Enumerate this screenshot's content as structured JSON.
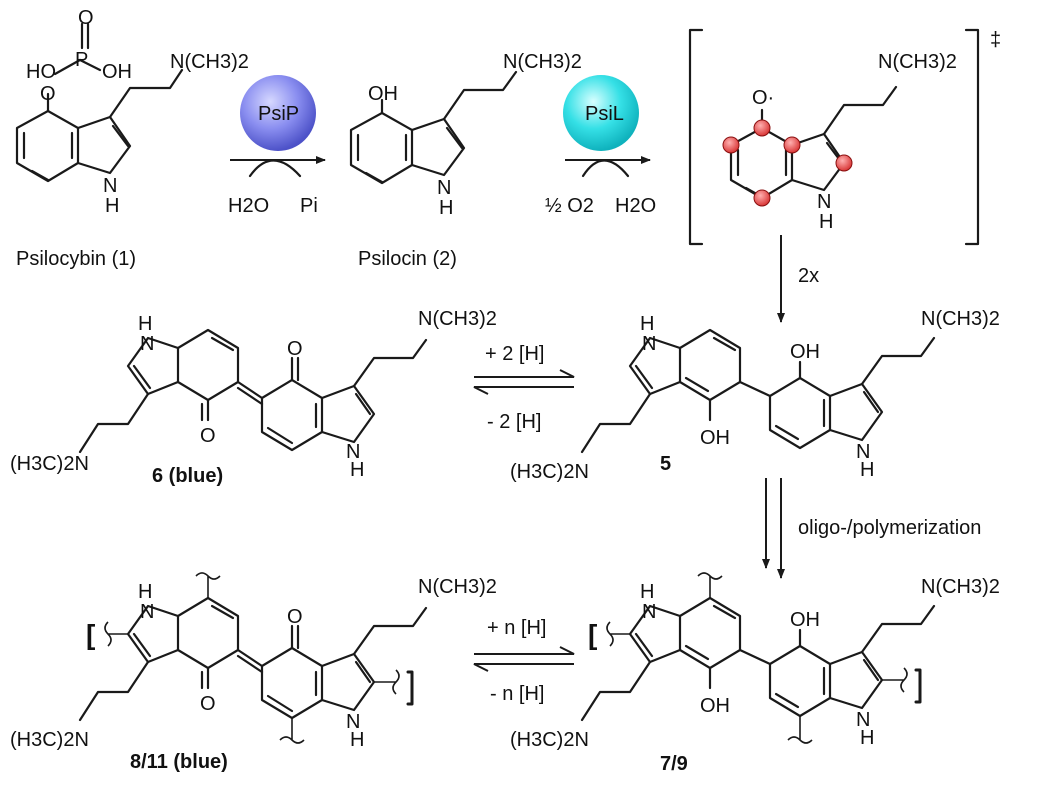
{
  "colors": {
    "psiP": "#6a6ee8",
    "psiL": "#25d6de",
    "radical_dot": "#e04040"
  },
  "reagents": {
    "psip": "PsiP",
    "psil": "PsiL",
    "h2o_left": "H2O",
    "pi": "Pi",
    "half_o2": "½ O2",
    "h2o_right": "H2O",
    "two_x": "2x",
    "oligo": "oligo-/polymerization",
    "plus2h": "+ 2 [H]",
    "minus2h": "- 2 [H]",
    "plusnh": "+ n [H]",
    "minusnh": "- n [H]",
    "ts_mark": "‡"
  },
  "compounds": {
    "c1": {
      "name": "Psilocybin (",
      "num": "1",
      "end": ")"
    },
    "c2": {
      "name": "Psilocin (",
      "num": "2",
      "end": ")"
    },
    "c5": "5",
    "c6": "6 (blue)",
    "c79": "7/9",
    "c811": "8/11 (blue)"
  },
  "atoms": {
    "nme2": "N(CH3)2",
    "h3c2n": "(H3C)2N",
    "oh": "OH",
    "ho": "HO",
    "o": "O",
    "p": "P",
    "h": "H",
    "n": "N",
    "odot": "O·",
    "bracket": "["
  }
}
